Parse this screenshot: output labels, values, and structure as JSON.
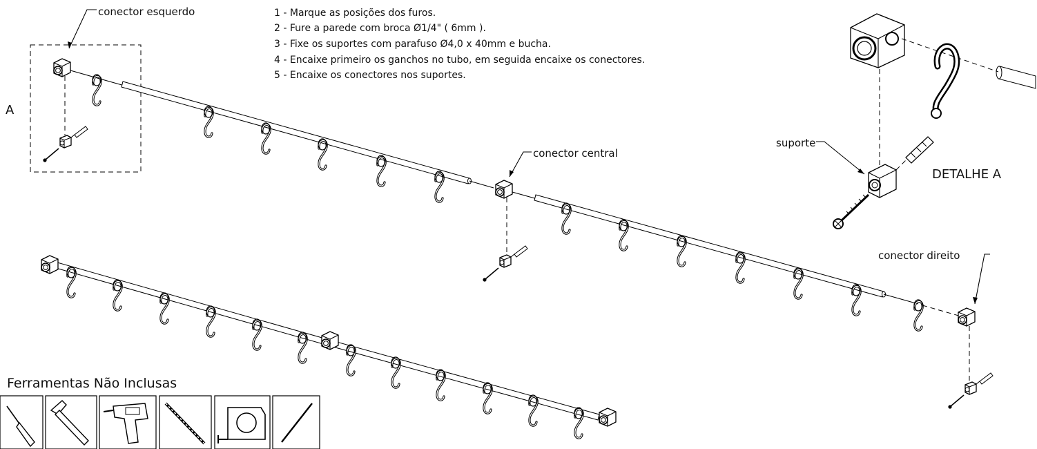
{
  "labels": {
    "left_connector": "conector esquerdo",
    "center_connector": "conector central",
    "right_connector": "conector direito",
    "support": "suporte",
    "detail_title": "DETALHE A",
    "detail_marker": "A"
  },
  "steps": [
    "1 - Marque as posições dos furos.",
    "2 - Fure a parede com broca Ø1/4\" ( 6mm ).",
    "3 - Fixe os suportes com parafuso Ø4,0 x 40mm e bucha.",
    "4 - Encaixe primeiro os ganchos no tubo, em seguida encaixe os conectores.",
    "5 - Encaixe os conectores nos suportes."
  ],
  "tools": {
    "title": "Ferramentas Não Inclusas",
    "items": [
      {
        "name": "screwdriver-icon"
      },
      {
        "name": "hammer-icon"
      },
      {
        "name": "drill-icon"
      },
      {
        "name": "drill-bit-icon"
      },
      {
        "name": "tape-measure-icon"
      },
      {
        "name": "pencil-icon"
      }
    ]
  }
}
